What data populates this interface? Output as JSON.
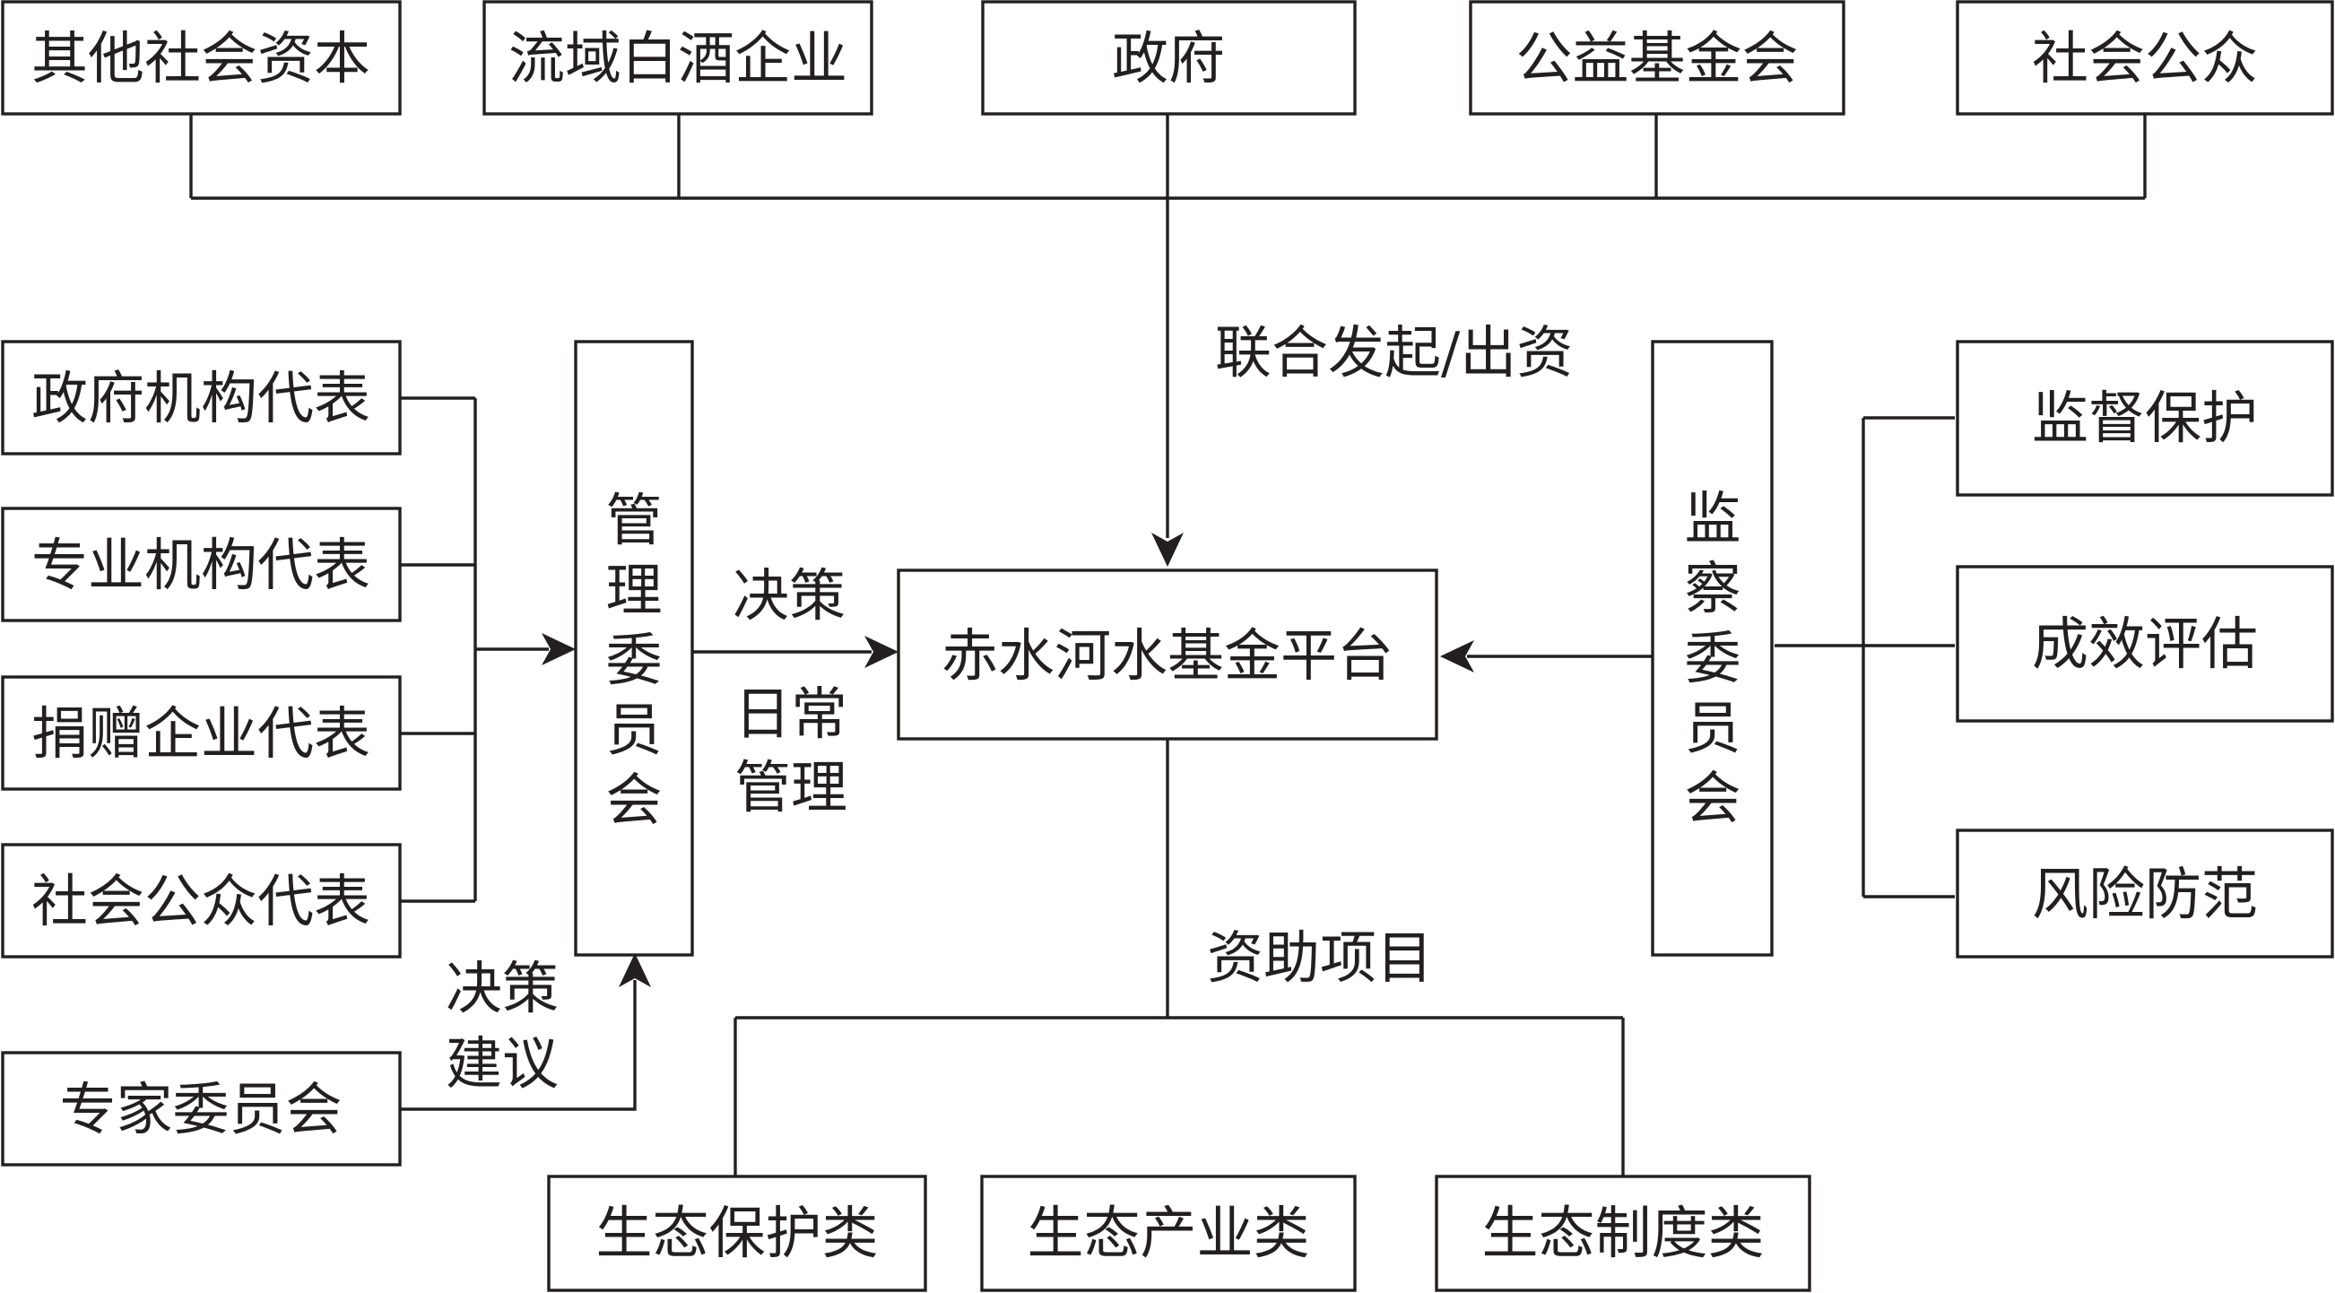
{
  "funders": [
    "其他社会资本",
    "流域白酒企业",
    "政府",
    "公益基金会",
    "社会公众"
  ],
  "funding_label": "联合发起/出资",
  "platform": "赤水河水基金平台",
  "management": {
    "representatives": [
      "政府机构代表",
      "专业机构代表",
      "捐赠企业代表",
      "社会公众代表"
    ],
    "committee": [
      "管",
      "理",
      "委",
      "员",
      "会"
    ],
    "decision_label": "决策",
    "daily_label": [
      "日常",
      "管理"
    ]
  },
  "expert": {
    "name": "专家委员会",
    "advice_label": [
      "决策",
      "建议"
    ]
  },
  "supervision": {
    "committee": [
      "监",
      "察",
      "委",
      "员",
      "会"
    ],
    "functions": [
      "监督保护",
      "成效评估",
      "风险防范"
    ]
  },
  "projects": {
    "label": "资助项目",
    "types": [
      "生态保护类",
      "生态产业类",
      "生态制度类"
    ]
  }
}
